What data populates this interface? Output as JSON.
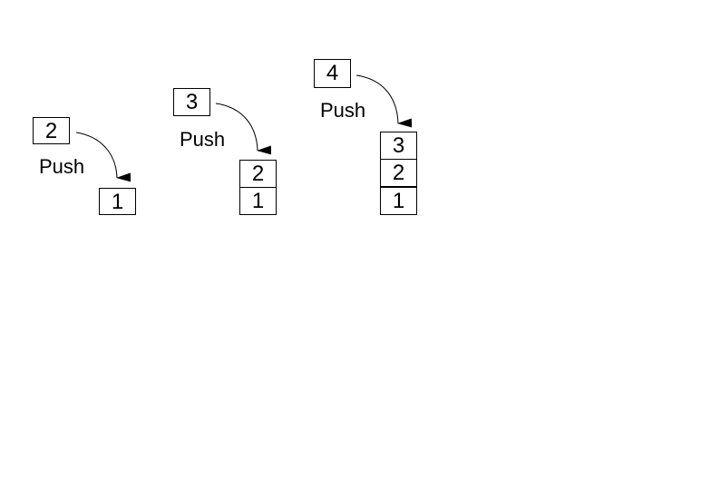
{
  "steps": [
    {
      "incoming": "2",
      "action": "Push",
      "stack": [
        "1"
      ]
    },
    {
      "incoming": "3",
      "action": "Push",
      "stack": [
        "2",
        "1"
      ]
    },
    {
      "incoming": "4",
      "action": "Push",
      "stack": [
        "3",
        "2",
        "1"
      ]
    }
  ],
  "colors": {
    "stroke": "#000000",
    "background": "#ffffff"
  }
}
